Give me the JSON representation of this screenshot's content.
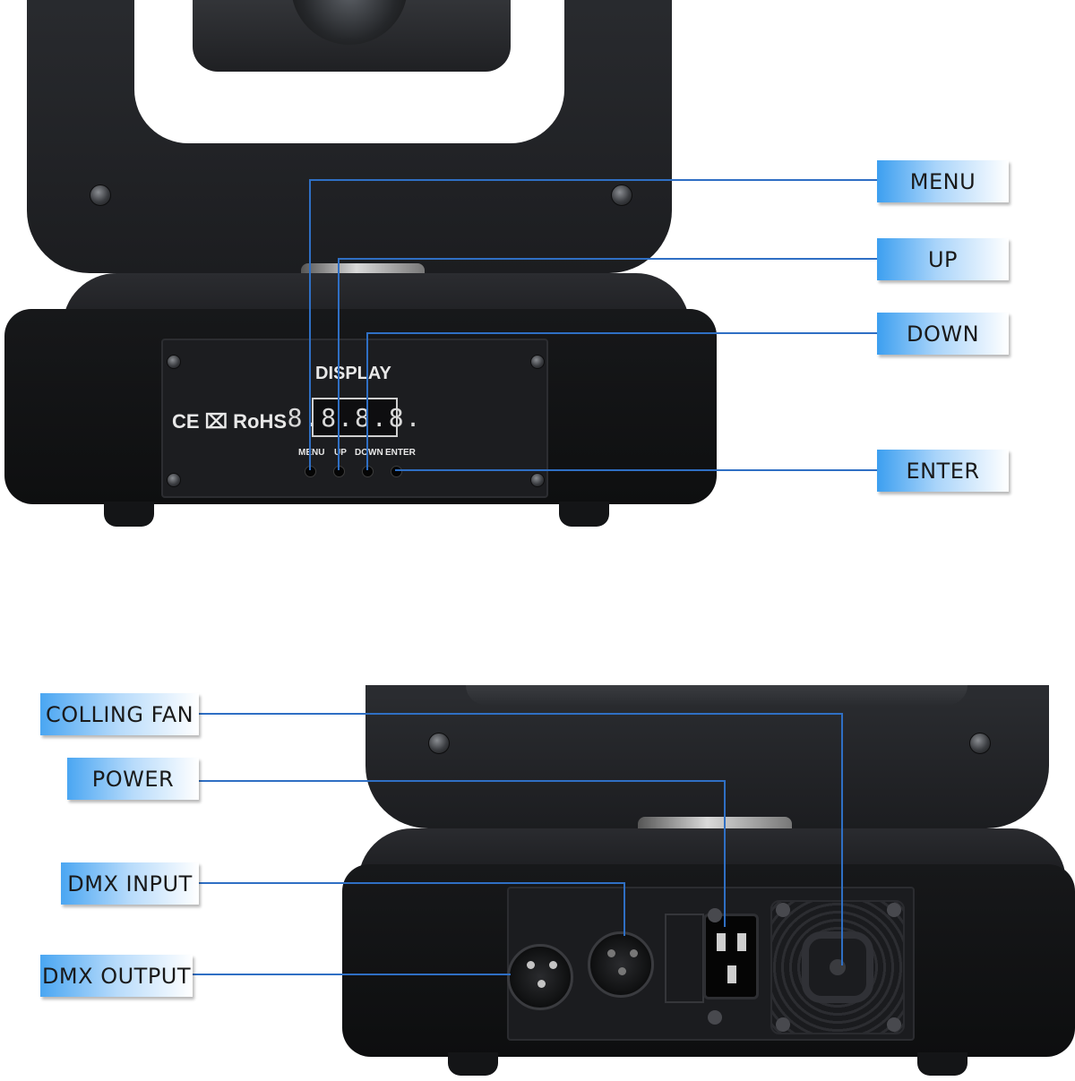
{
  "top_view": {
    "panel": {
      "display_caption": "DISPLAY",
      "cert_marks": "CE ⌧ RoHS",
      "segment_display": "8.8.8.8.",
      "button_captions": [
        "MENU",
        "UP",
        "DOWN",
        "ENTER"
      ]
    },
    "callouts": [
      {
        "id": "menu",
        "label": "MENU"
      },
      {
        "id": "up",
        "label": "UP"
      },
      {
        "id": "down",
        "label": "DOWN"
      },
      {
        "id": "enter",
        "label": "ENTER"
      }
    ]
  },
  "rear_view": {
    "callouts": [
      {
        "id": "cooling_fan",
        "label": "COLLING FAN"
      },
      {
        "id": "power",
        "label": "POWER"
      },
      {
        "id": "dmx_input",
        "label": "DMX INPUT"
      },
      {
        "id": "dmx_output",
        "label": "DMX OUTPUT"
      }
    ]
  },
  "colors": {
    "label_gradient_start": "#3c9ff0",
    "leader_line": "#2f6fc4",
    "device_body": "#1b1c1f"
  }
}
